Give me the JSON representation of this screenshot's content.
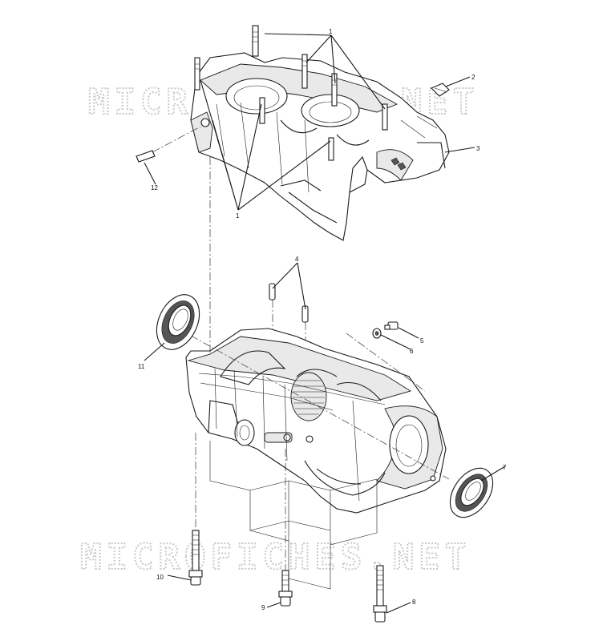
{
  "watermark": {
    "top": "MICROFICHES.NET",
    "bottom": "MICROFICHES.NET"
  },
  "callouts": {
    "c1_top": "1",
    "c1_bottom": "1",
    "c2": "2",
    "c3": "3",
    "c4": "4",
    "c5": "5",
    "c6": "6",
    "c7": "7",
    "c8": "8",
    "c9": "9",
    "c10": "10",
    "c11": "11",
    "c12": "12"
  }
}
